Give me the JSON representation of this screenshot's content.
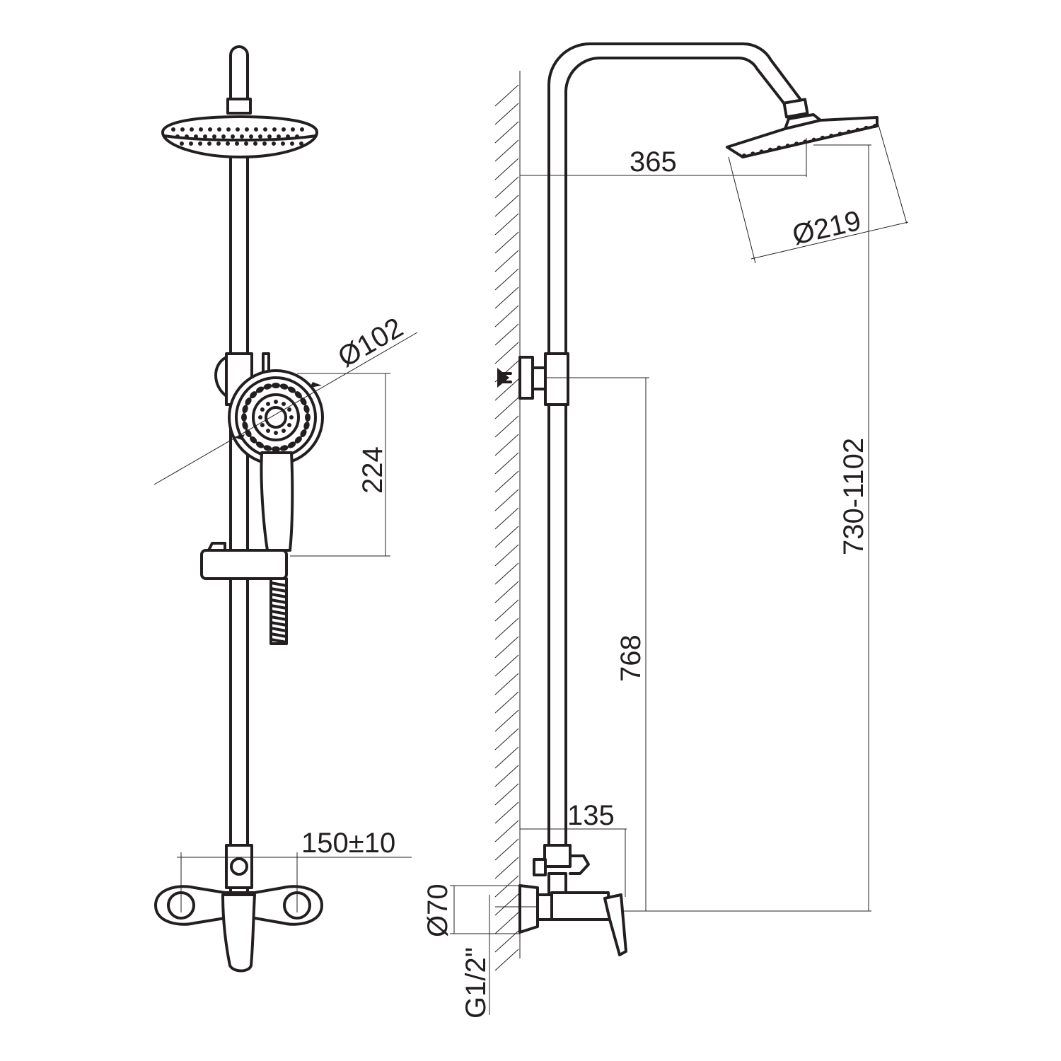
{
  "drawing": {
    "front_view": {
      "handshower_diameter": "Ø102",
      "handshower_height": "224",
      "mixer_center_distance": "150±10"
    },
    "side_view": {
      "arm_projection": "365",
      "headshower_diameter": "Ø219",
      "total_height_range": "730-1102",
      "bracket_height": "768",
      "mixer_projection": "135",
      "escutcheon_diameter": "Ø70",
      "thread": "G1/2\""
    }
  },
  "colors": {
    "line": "#231f20",
    "background": "#ffffff"
  }
}
